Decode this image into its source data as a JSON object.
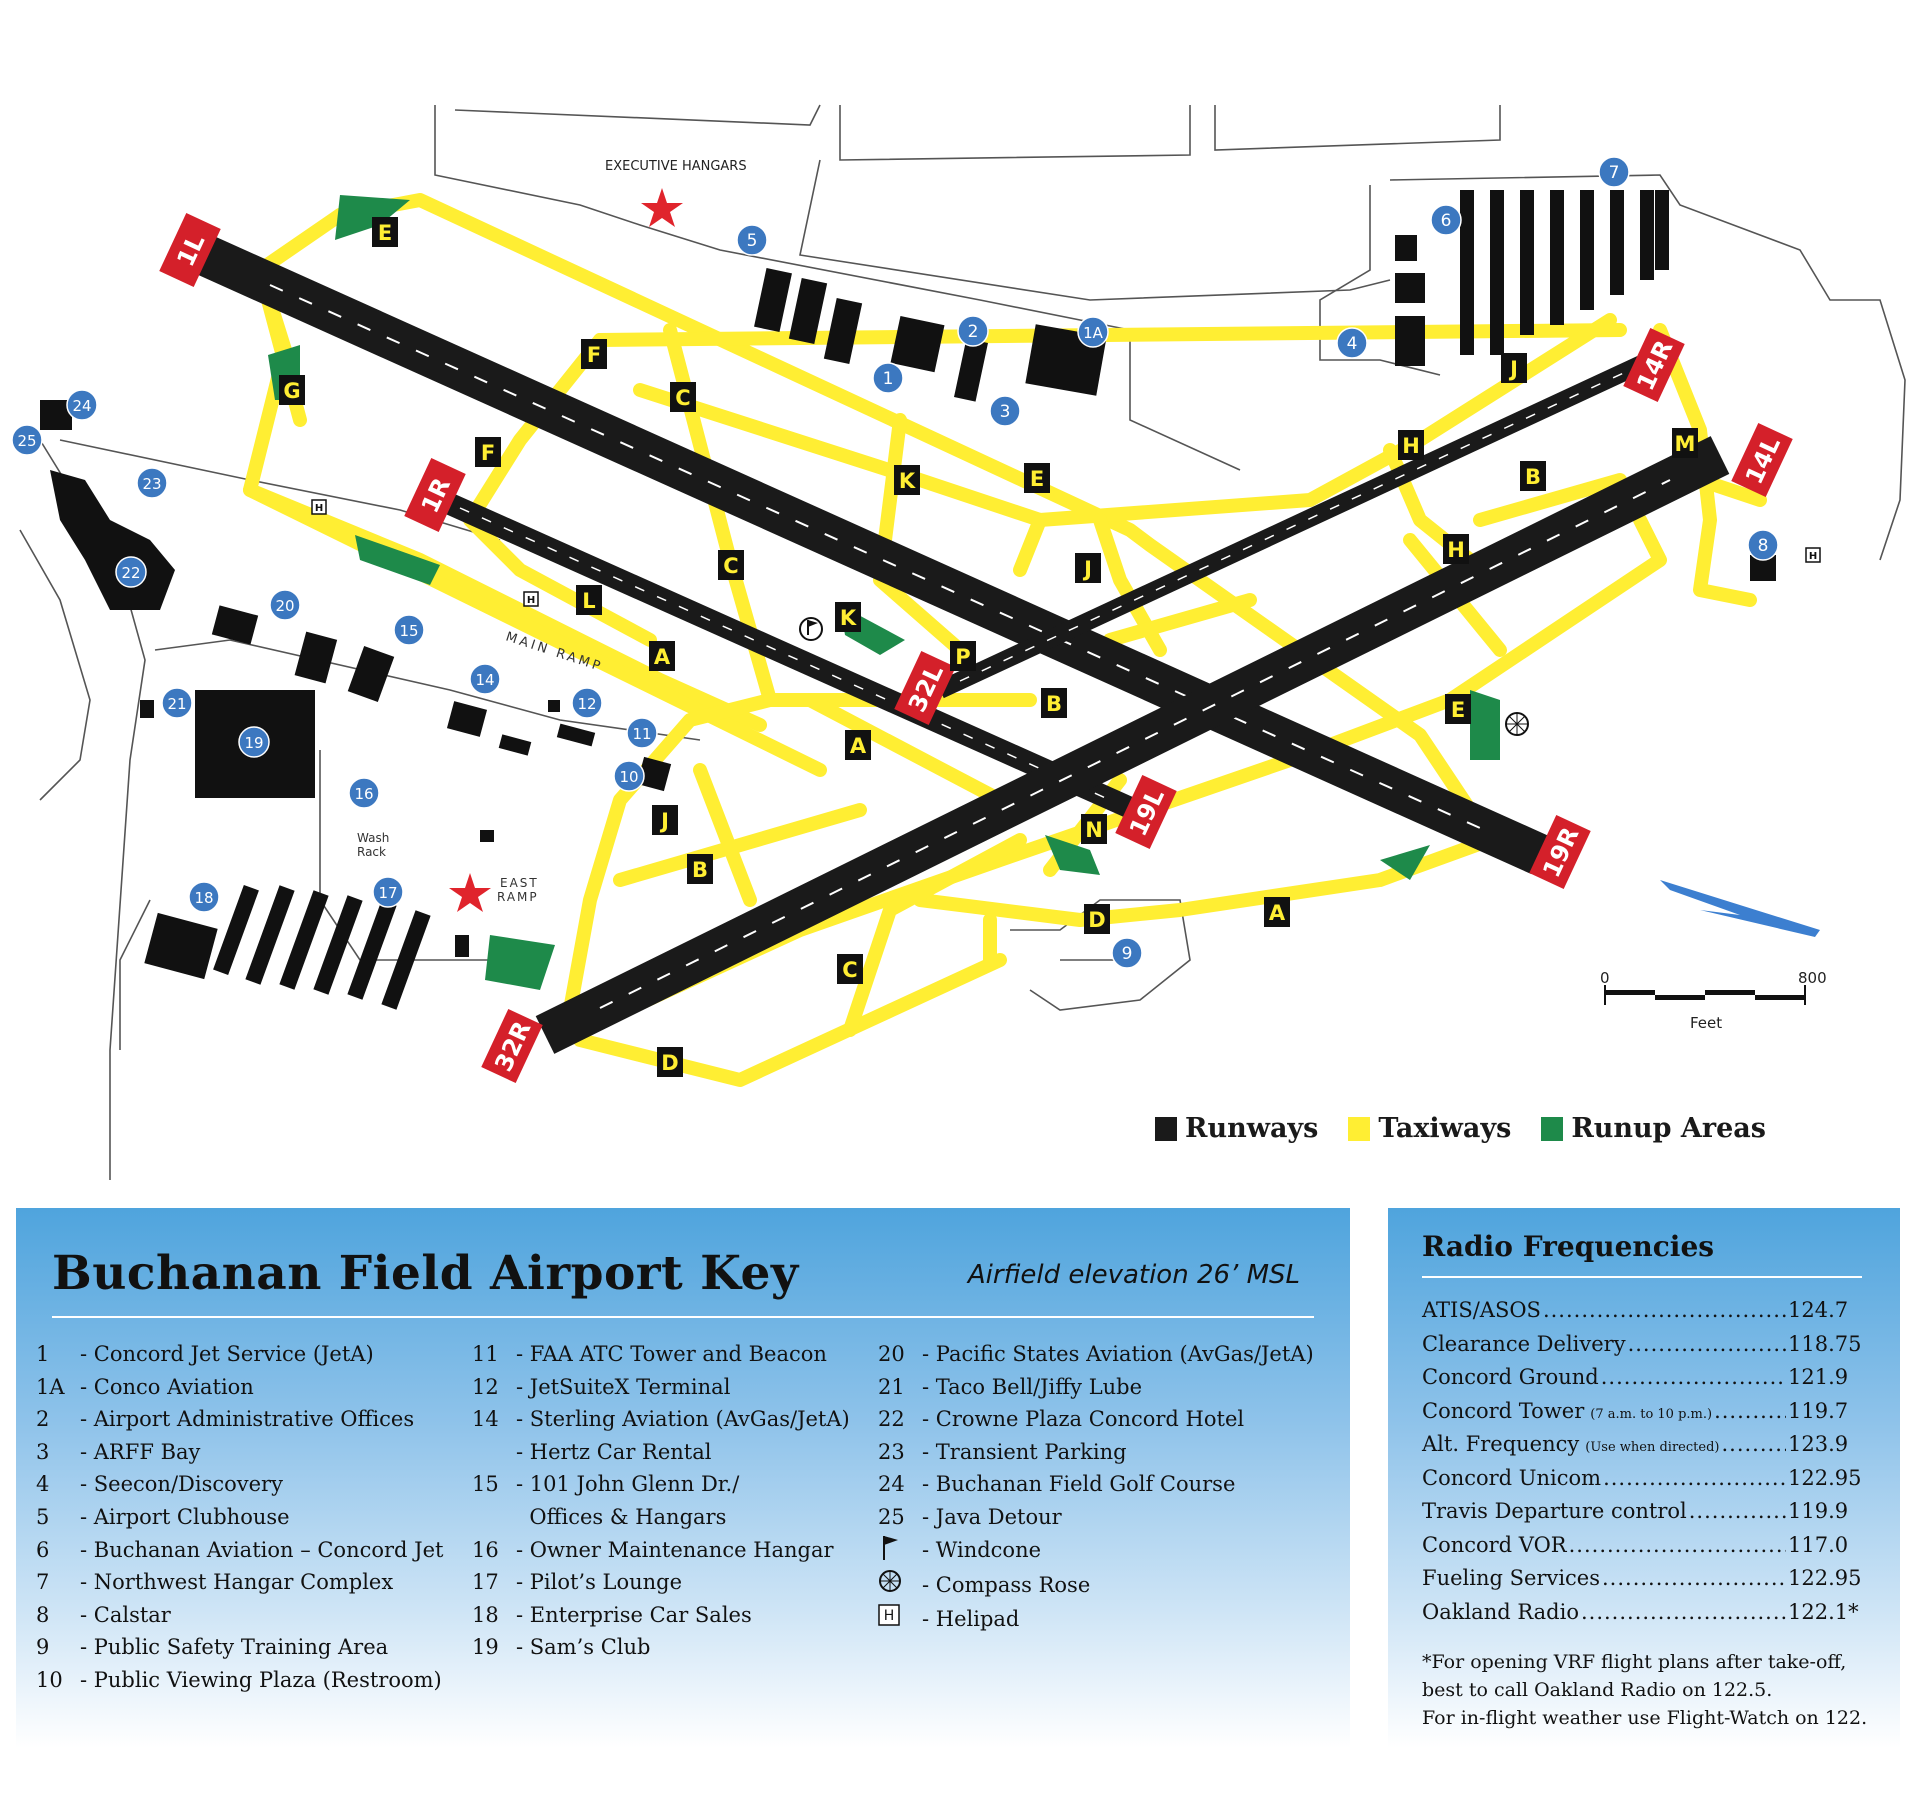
{
  "map": {
    "area_labels": {
      "executive_hangars": "EXECUTIVE HANGARS",
      "main_ramp": "MAIN RAMP",
      "east_ramp_1": "EAST",
      "east_ramp_2": "RAMP",
      "wash_rack_1": "Wash",
      "wash_rack_2": "Rack"
    },
    "runway_ends": [
      "1L",
      "1R",
      "14R",
      "14L",
      "32L",
      "32R",
      "19L",
      "19R"
    ],
    "taxiway_letters": [
      "E",
      "G",
      "F",
      "F",
      "C",
      "C",
      "C",
      "K",
      "K",
      "E",
      "J",
      "L",
      "A",
      "A",
      "A",
      "P",
      "B",
      "B",
      "B",
      "H",
      "H",
      "M",
      "J",
      "J",
      "E",
      "N",
      "D",
      "D"
    ],
    "facility_numbers": [
      "1",
      "1A",
      "2",
      "3",
      "4",
      "5",
      "6",
      "7",
      "8",
      "9",
      "10",
      "11",
      "12",
      "14",
      "15",
      "16",
      "17",
      "18",
      "19",
      "20",
      "21",
      "22",
      "23",
      "24",
      "25"
    ],
    "scale": {
      "min_label": "0",
      "max_label": "800",
      "unit_label": "Feet"
    },
    "colors": {
      "runway": "#1a1a1a",
      "taxiway": "#ffee33",
      "runup": "#1e8a4a",
      "runway_end_sign": "#d4202a",
      "facility_badge": "#3c78c0"
    }
  },
  "legend": {
    "runways": "Runways",
    "taxiways": "Taxiways",
    "runup": "Runup Areas"
  },
  "key": {
    "title": "Buchanan Field Airport Key",
    "elevation": "Airfield elevation 26’ MSL",
    "col1": [
      {
        "num": "1",
        "label": "- Concord Jet Service (JetA)"
      },
      {
        "num": "1A",
        "label": "- Conco Aviation"
      },
      {
        "num": "2",
        "label": "- Airport Administrative Offices"
      },
      {
        "num": "3",
        "label": "- ARFF Bay"
      },
      {
        "num": "4",
        "label": "- Seecon/Discovery"
      },
      {
        "num": "5",
        "label": "- Airport Clubhouse"
      },
      {
        "num": "6",
        "label": "- Buchanan Aviation – Concord Jet"
      },
      {
        "num": "7",
        "label": "- Northwest Hangar Complex"
      },
      {
        "num": "8",
        "label": "- Calstar"
      },
      {
        "num": "9",
        "label": "- Public Safety Training Area"
      },
      {
        "num": "10",
        "label": "- Public Viewing Plaza (Restroom)"
      }
    ],
    "col2": [
      {
        "num": "11",
        "label": "- FAA ATC Tower and Beacon"
      },
      {
        "num": "12",
        "label": "- JetSuiteX Terminal"
      },
      {
        "num": "14",
        "label": "- Sterling Aviation (AvGas/JetA)"
      },
      {
        "num": "",
        "label": "- Hertz Car Rental"
      },
      {
        "num": "15",
        "label": "- 101 John Glenn Dr./"
      },
      {
        "num": "",
        "label": "  Offices & Hangars"
      },
      {
        "num": "16",
        "label": "- Owner Maintenance Hangar"
      },
      {
        "num": "17",
        "label": "- Pilot’s Lounge"
      },
      {
        "num": "18",
        "label": "- Enterprise Car Sales"
      },
      {
        "num": "19",
        "label": "- Sam’s Club"
      }
    ],
    "col3": [
      {
        "num": "20",
        "label": "- Pacific States Aviation (AvGas/JetA)"
      },
      {
        "num": "21",
        "label": "- Taco Bell/Jiffy Lube"
      },
      {
        "num": "22",
        "label": "- Crowne Plaza Concord Hotel"
      },
      {
        "num": "23",
        "label": "- Transient Parking"
      },
      {
        "num": "24",
        "label": "- Buchanan Field Golf Course"
      },
      {
        "num": "25",
        "label": "- Java Detour"
      }
    ],
    "symbols": [
      {
        "icon": "windcone-icon",
        "label": "- Windcone"
      },
      {
        "icon": "compass-rose-icon",
        "label": "- Compass Rose"
      },
      {
        "icon": "helipad-icon",
        "label": "- Helipad"
      }
    ]
  },
  "radio": {
    "title": "Radio Frequencies",
    "rows": [
      {
        "name": "ATIS/ASOS",
        "note": "",
        "value": "124.7"
      },
      {
        "name": "Clearance Delivery",
        "note": "",
        "value": "118.75"
      },
      {
        "name": "Concord Ground",
        "note": "",
        "value": "121.9"
      },
      {
        "name": "Concord Tower",
        "note": "(7 a.m. to 10 p.m.)",
        "value": "119.7"
      },
      {
        "name": "Alt. Frequency",
        "note": "(Use when directed)",
        "value": "123.9"
      },
      {
        "name": "Concord Unicom",
        "note": "",
        "value": "122.95"
      },
      {
        "name": "Travis Departure control",
        "note": "",
        "value": "119.9"
      },
      {
        "name": "Concord VOR",
        "note": "",
        "value": "117.0"
      },
      {
        "name": "Fueling Services",
        "note": "",
        "value": "122.95"
      },
      {
        "name": "Oakland Radio",
        "note": "",
        "value": "122.1*"
      }
    ],
    "footnote_1": "*For opening VRF flight plans after take-off,",
    "footnote_2": "best to call Oakland Radio on 122.5.",
    "footnote_3": "For in-flight weather use Flight-Watch on 122."
  }
}
